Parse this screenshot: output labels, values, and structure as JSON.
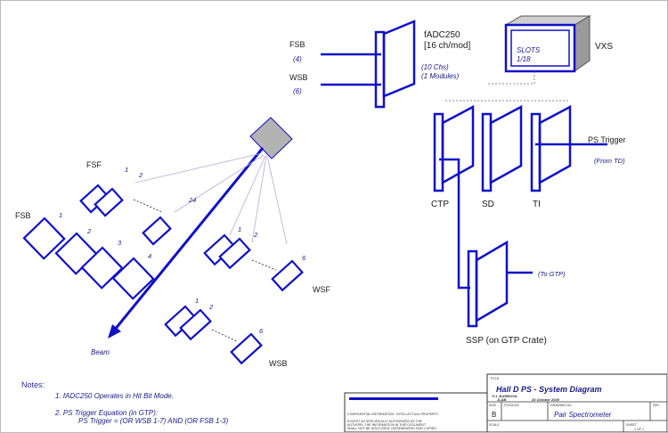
{
  "fadc": {
    "title_line1": "fADC250",
    "title_line2": "[16 ch/mod]",
    "chs": "(10 Chs)",
    "modules": "(1 Modules)",
    "fsb_label": "FSB",
    "fsb_count": "(4)",
    "wsb_label": "WSB",
    "wsb_count": "(6)"
  },
  "vxs": {
    "label": "VXS",
    "slots_line1": "SLOTS",
    "slots_line2": "1/18"
  },
  "modules": {
    "ctp": "CTP",
    "sd": "SD",
    "ti": "TI",
    "ps_trigger": "PS Trigger",
    "from_td": "(From TD)",
    "to_gtp": "(To GTP)",
    "ssp": "SSP (on GTP Crate)"
  },
  "detector": {
    "fsf_label": "FSF",
    "fsb_label": "FSB",
    "wsf_label": "WSF",
    "wsb_label": "WSB",
    "beam_label": "Beam",
    "fsf_nums": [
      "1",
      "2",
      "24"
    ],
    "fsb_nums": [
      "1",
      "2",
      "3",
      "4"
    ],
    "wsf_nums": [
      "1",
      "2",
      "6"
    ],
    "wsb_nums": [
      "1",
      "2",
      "6"
    ]
  },
  "notes": {
    "heading": "Notes:",
    "item1": "1. fADC250 Operates in Hit Bit Mode.",
    "item2": "2. PS Trigger Equation (in GTP):",
    "item2b": "PS Trigger = (OR WSB 1-7) AND (OR FSB 1-3)"
  },
  "titleblock": {
    "title_caption": "TITLE",
    "title": "Hall D PS - System Diagram",
    "author": "F.J. BARBOSA",
    "org": "JLAB",
    "date": "20 October 2009",
    "size_caption": "SIZE",
    "size": "B",
    "fscm_caption": "FSCM NO",
    "dwg_caption": "DRAWING NO",
    "rev_caption": "REV",
    "drawing": "Pair Spectrometer",
    "scale_caption": "SCALE",
    "sheet_caption": "SHEET",
    "sheet": "1 OF 1",
    "confidential": "CONFIDENTIAL INFORMATION - INTELLECTUAL PROPERTY",
    "except_line1": "EXCEPT AS SPECIFICALLY AUTHORIZED BY THE",
    "except_line2": "AUTHORS, THE INFORMATION IN THIS DOCUMENT",
    "except_line3": "SHALL NOT BE DISCLOSED, DISSEMINATED NOR COPIED."
  },
  "colors": {
    "ink": "#1a1aa8",
    "blue": "#1010c8",
    "grey_fill": "#b3b3b3",
    "vxs_shade": "#9a9a9a"
  }
}
